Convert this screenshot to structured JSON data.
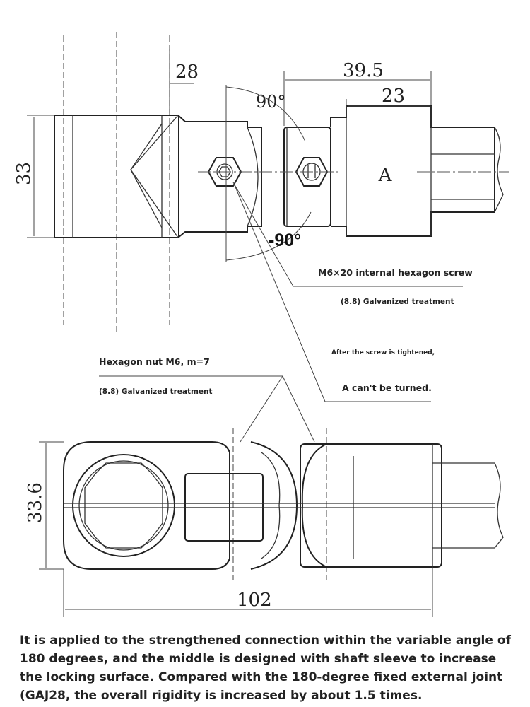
{
  "dimensions": {
    "tube_width": "28",
    "total_offset": "39.5",
    "block_width": "23",
    "top_height": "33",
    "bottom_height": "33.6",
    "total_length": "102"
  },
  "angles": {
    "upper": "90°",
    "lower": "-90°"
  },
  "labels": {
    "part_a": "A",
    "screw_title": "M6×20 internal hexagon screw",
    "screw_treatment": "(8.8) Galvanized treatment",
    "tighten_note": "After the screw is tightened,",
    "tighten_result": "A can't be turned.",
    "nut_title": "Hexagon nut M6, m=7",
    "nut_treatment": "(8.8) Galvanized treatment"
  },
  "caption": "It is applied to the strengthened connection within the variable angle of 180 degrees, and the middle is designed with shaft sleeve to increase the locking surface. Compared with the 180-degree fixed external joint (GAJ28, the overall rigidity is increased by about 1.5 times."
}
